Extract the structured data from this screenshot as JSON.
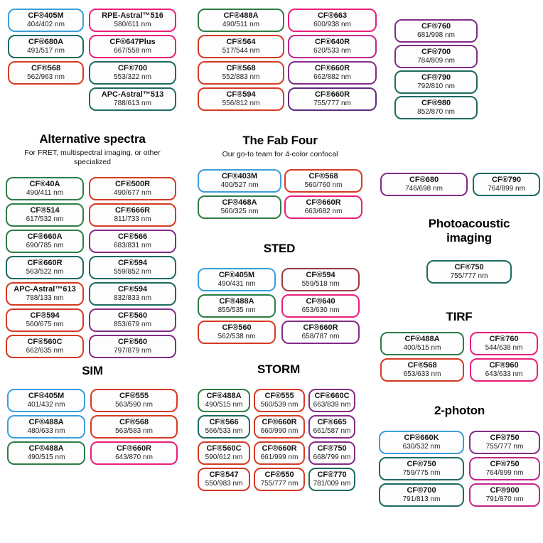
{
  "colors": {
    "blue": "#3B9FD9",
    "green": "#2E7D45",
    "teal": "#1E6A60",
    "red": "#D63A24",
    "pink": "#EB1E79",
    "magenta": "#C0268C",
    "purple": "#822C86",
    "violet": "#5E2B80",
    "maroon": "#9C3A44"
  },
  "sections": [
    {
      "id": "top-a",
      "title": "",
      "subtitle": "",
      "pills": [
        {
          "name": "CF®405M",
          "nm": "404/402 nm",
          "color": "blue"
        },
        {
          "name": "CF®680A",
          "nm": "491/517 nm",
          "color": "teal"
        },
        {
          "name": "CF®568",
          "nm": "562/963 nm",
          "color": "red"
        }
      ]
    },
    {
      "id": "top-b",
      "title": "",
      "subtitle": "",
      "pills": [
        {
          "name": "RPE-Astral™516",
          "nm": "580/611 nm",
          "color": "pink"
        },
        {
          "name": "CF®647Plus",
          "nm": "667/558 nm",
          "color": "pink"
        },
        {
          "name": "CF®700",
          "nm": "553/322 nm",
          "color": "teal"
        },
        {
          "name": "APC-Astral™513",
          "nm": "788/613 nm",
          "color": "teal"
        }
      ]
    },
    {
      "id": "top-c",
      "title": "",
      "subtitle": "",
      "pills": [
        {
          "name": "CF®488A",
          "nm": "490/511 nm",
          "color": "green"
        },
        {
          "name": "CF®564",
          "nm": "517/544 nm",
          "color": "red"
        },
        {
          "name": "CF®568",
          "nm": "552/883 nm",
          "color": "red"
        },
        {
          "name": "CF®594",
          "nm": "556/812 nm",
          "color": "red"
        }
      ]
    },
    {
      "id": "top-d",
      "title": "",
      "subtitle": "",
      "pills": [
        {
          "name": "CF®663",
          "nm": "600/938 nm",
          "color": "pink"
        },
        {
          "name": "CF®640R",
          "nm": "620/533 nm",
          "color": "magenta"
        },
        {
          "name": "CF®660R",
          "nm": "662/882 nm",
          "color": "purple"
        },
        {
          "name": "CF®660R",
          "nm": "755/777 nm",
          "color": "violet"
        }
      ]
    },
    {
      "id": "top-e",
      "title": "",
      "subtitle": "",
      "pills": [
        {
          "name": "CF®760",
          "nm": "681/998 nm",
          "color": "purple"
        },
        {
          "name": "CF®700",
          "nm": "784/809 nm",
          "color": "purple"
        },
        {
          "name": "CF®790",
          "nm": "792/810 nm",
          "color": "teal"
        },
        {
          "name": "CF®980",
          "nm": "852/870 nm",
          "color": "teal"
        }
      ]
    },
    {
      "id": "alt",
      "title": "Alternative spectra",
      "subtitle": "For FRET, multispectral imaging, or other specialized",
      "pills": [
        {
          "name": "CF®40A",
          "nm": "490/411 nm",
          "color": "green"
        },
        {
          "name": "CF®500R",
          "nm": "490/677 nm",
          "color": "red"
        },
        {
          "name": "CF®514",
          "nm": "617/532 nm",
          "color": "green"
        },
        {
          "name": "CF®666R",
          "nm": "811/733 nm",
          "color": "red"
        },
        {
          "name": "CF®660A",
          "nm": "690/785 nm",
          "color": "green"
        },
        {
          "name": "CF®566",
          "nm": "683/831 nm",
          "color": "purple"
        },
        {
          "name": "CF®660R",
          "nm": "563/522 nm",
          "color": "teal"
        },
        {
          "name": "CF®594",
          "nm": "559/852 nm",
          "color": "teal"
        },
        {
          "name": "APC-Astral™613",
          "nm": "788/133 nm",
          "color": "red"
        },
        {
          "name": "CF®594",
          "nm": "832/833 nm",
          "color": "teal"
        },
        {
          "name": "CF®594",
          "nm": "560/675 nm",
          "color": "red"
        },
        {
          "name": "CF®560",
          "nm": "853/679 nm",
          "color": "purple"
        },
        {
          "name": "CF®560C",
          "nm": "662/635 nm",
          "color": "red"
        },
        {
          "name": "CF®560",
          "nm": "797/879 nm",
          "color": "purple"
        }
      ]
    },
    {
      "id": "fab",
      "title": "The Fab Four",
      "subtitle": "Our go-to team for 4-color confocal",
      "pills": [
        {
          "name": "CF®403M",
          "nm": "400/527 nm",
          "color": "blue"
        },
        {
          "name": "CF®568",
          "nm": "560/760 nm",
          "color": "red"
        },
        {
          "name": "CF®468A",
          "nm": "560/325 nm",
          "color": "green"
        },
        {
          "name": "CF®660R",
          "nm": "663/682 nm",
          "color": "pink"
        }
      ]
    },
    {
      "id": "sted",
      "title": "STED",
      "subtitle": "",
      "pills": [
        {
          "name": "CF®405M",
          "nm": "490/431 nm",
          "color": "blue"
        },
        {
          "name": "CF®594",
          "nm": "559/518 nm",
          "color": "maroon"
        },
        {
          "name": "CF®488A",
          "nm": "855/535 nm",
          "color": "green"
        },
        {
          "name": "CF®640",
          "nm": "653/630 nm",
          "color": "pink"
        },
        {
          "name": "CF®560",
          "nm": "562/538 nm",
          "color": "red"
        },
        {
          "name": "CF®660R",
          "nm": "658/787 nm",
          "color": "purple"
        }
      ]
    },
    {
      "id": "sim",
      "title": "SIM",
      "subtitle": "",
      "pills": [
        {
          "name": "CF®405M",
          "nm": "401/432 nm",
          "color": "blue"
        },
        {
          "name": "CF®555",
          "nm": "563/590 nm",
          "color": "red"
        },
        {
          "name": "CF®488A",
          "nm": "480/633 nm",
          "color": "blue"
        },
        {
          "name": "CF®568",
          "nm": "563/583 nm",
          "color": "red"
        },
        {
          "name": "CF®488A",
          "nm": "490/515 nm",
          "color": "green"
        },
        {
          "name": "CF®660R",
          "nm": "643/870 nm",
          "color": "pink"
        }
      ]
    },
    {
      "id": "storm",
      "title": "STORM",
      "subtitle": "",
      "pills": [
        {
          "name": "CF®488A",
          "nm": "490/515 nm",
          "color": "green"
        },
        {
          "name": "CF®555",
          "nm": "560/539 nm",
          "color": "red"
        },
        {
          "name": "CF®660C",
          "nm": "663/839 nm",
          "color": "purple"
        },
        {
          "name": "CF®566",
          "nm": "566/533 nm",
          "color": "teal"
        },
        {
          "name": "CF®660R",
          "nm": "660/990 nm",
          "color": "red"
        },
        {
          "name": "CF®665",
          "nm": "661/587 nm",
          "color": "purple"
        },
        {
          "name": "CF®560C",
          "nm": "590/612 nm",
          "color": "red"
        },
        {
          "name": "CF®660R",
          "nm": "661/999 nm",
          "color": "red"
        },
        {
          "name": "CF®750",
          "nm": "668/799 nm",
          "color": "purple"
        },
        {
          "name": "CF®547",
          "nm": "550/983 nm",
          "color": "red"
        },
        {
          "name": "CF®550",
          "nm": "755/777 nm",
          "color": "red"
        },
        {
          "name": "CF®770",
          "nm": "781/009 nm",
          "color": "teal"
        }
      ]
    },
    {
      "id": "pair",
      "title": "",
      "subtitle": "",
      "pills": [
        {
          "name": "CF®680",
          "nm": "746/698 nm",
          "color": "purple"
        },
        {
          "name": "CF®790",
          "nm": "764/899 nm",
          "color": "teal"
        }
      ]
    },
    {
      "id": "photo",
      "title": "Photoacoustic imaging",
      "subtitle": "",
      "pills": [
        {
          "name": "CF®750",
          "nm": "755/777 nm",
          "color": "teal"
        }
      ]
    },
    {
      "id": "tirf",
      "title": "TIRF",
      "subtitle": "",
      "pills": [
        {
          "name": "CF®488A",
          "nm": "400/515 nm",
          "color": "green"
        },
        {
          "name": "CF®760",
          "nm": "544/638 nm",
          "color": "pink"
        },
        {
          "name": "CF®568",
          "nm": "653/633 nm",
          "color": "red"
        },
        {
          "name": "CF®960",
          "nm": "643/633 nm",
          "color": "pink"
        }
      ]
    },
    {
      "id": "2p",
      "title": "2-photon",
      "subtitle": "",
      "pills": [
        {
          "name": "CF®660K",
          "nm": "630/532 nm",
          "color": "blue"
        },
        {
          "name": "CF®750",
          "nm": "755/777 nm",
          "color": "purple"
        },
        {
          "name": "CF®750",
          "nm": "759/775 nm",
          "color": "teal"
        },
        {
          "name": "CF®750",
          "nm": "764/899 nm",
          "color": "magenta"
        },
        {
          "name": "CF®700",
          "nm": "791/813 nm",
          "color": "teal"
        },
        {
          "name": "CF®900",
          "nm": "791/870 nm",
          "color": "magenta"
        }
      ]
    }
  ]
}
